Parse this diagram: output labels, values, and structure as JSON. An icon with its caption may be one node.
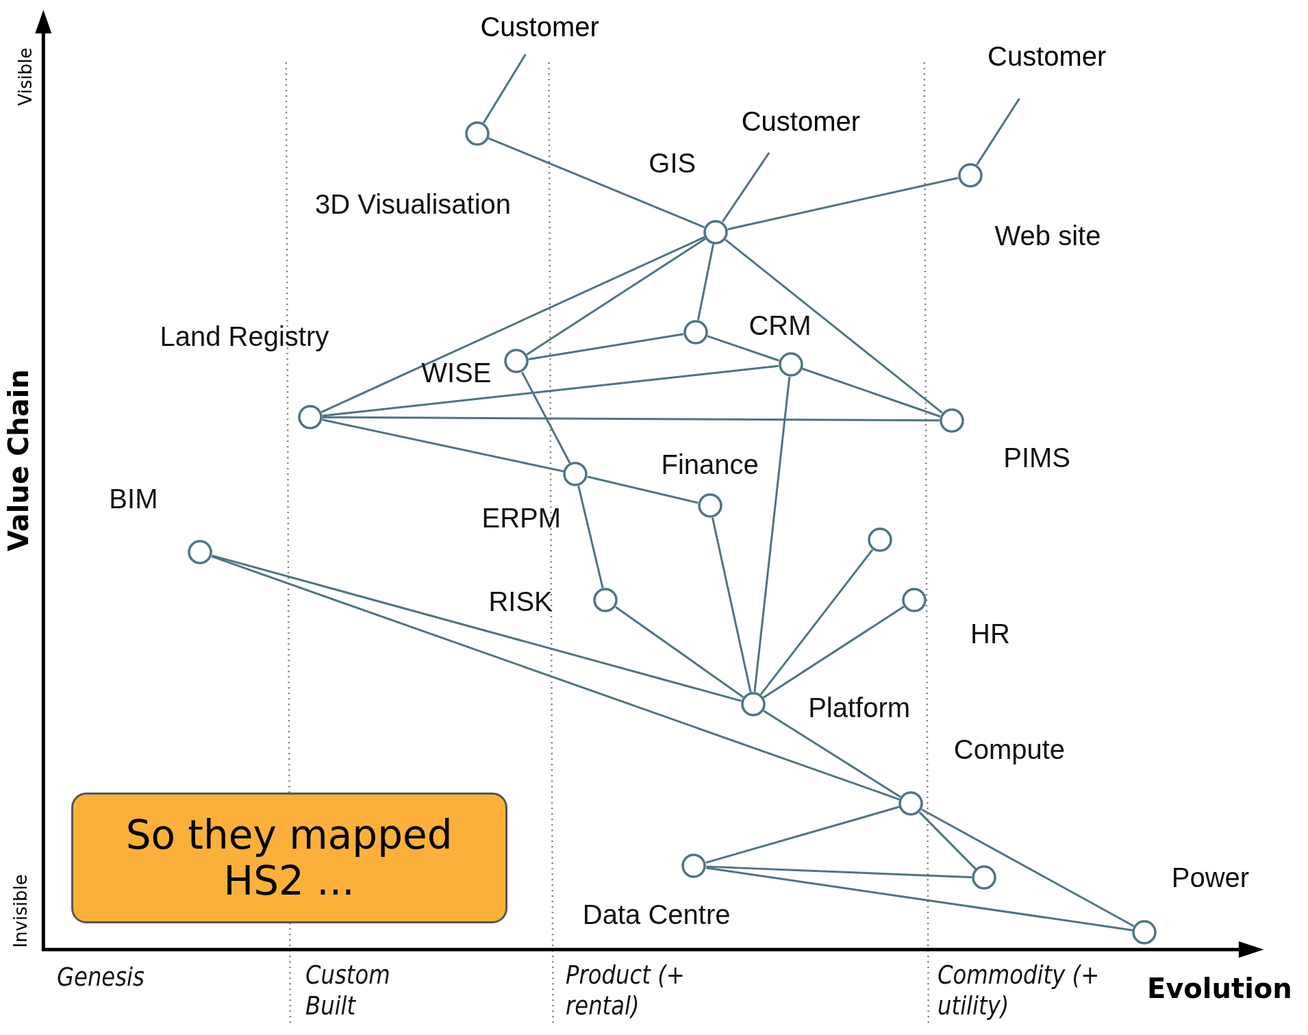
{
  "diagram": {
    "nodes": [
      {
        "text": [
          "Customer"
        ]
      },
      {
        "text": [
          "Customer"
        ]
      },
      {
        "text": [
          "Customer"
        ]
      },
      {
        "text": [],
        "shape": "circle",
        "beside": [
          "3D Visualisation"
        ]
      },
      {
        "text": [],
        "shape": "circle",
        "beside": [
          "Web site"
        ]
      },
      {
        "text": [],
        "shape": "circle",
        "beside": [
          "GIS"
        ]
      },
      {
        "text": [],
        "shape": "circle"
      },
      {
        "text": [],
        "shape": "circle",
        "beside": [
          "WISE"
        ]
      },
      {
        "text": [],
        "shape": "circle",
        "beside": [
          "CRM"
        ]
      },
      {
        "text": [],
        "shape": "circle",
        "beside": [
          "Land Registry"
        ]
      },
      {
        "text": [],
        "shape": "circle",
        "beside": [
          "PIMS"
        ]
      },
      {
        "text": [],
        "shape": "circle",
        "beside": [
          "ERPM"
        ]
      },
      {
        "text": [],
        "shape": "circle",
        "beside": [
          "Finance"
        ]
      },
      {
        "text": [],
        "shape": "circle"
      },
      {
        "text": [],
        "shape": "circle",
        "beside": [
          "BIM"
        ]
      },
      {
        "text": [],
        "shape": "circle",
        "beside": [
          "RISK"
        ]
      },
      {
        "text": [],
        "shape": "circle",
        "beside": [
          "HR"
        ]
      },
      {
        "text": [],
        "shape": "circle",
        "beside": [
          "Platform"
        ]
      },
      {
        "text": [],
        "shape": "circle",
        "beside": [
          "Compute"
        ]
      },
      {
        "text": [
          "So they mapped HS2 ..."
        ]
      },
      {
        "text": [],
        "shape": "circle",
        "beside": [
          "Data Centre"
        ]
      },
      {
        "text": [],
        "shape": "circle"
      },
      {
        "text": [],
        "shape": "circle",
        "beside": [
          "Power"
        ]
      }
    ],
    "edges": [
      {
        "from": 0,
        "to": 3,
        "arrow": "none"
      },
      {
        "from": 3,
        "to": 5,
        "arrow": "none"
      },
      {
        "from": 2,
        "to": 5,
        "arrow": "none"
      },
      {
        "from": 1,
        "to": 4,
        "arrow": "none"
      },
      {
        "from": 5,
        "to": 4,
        "arrow": "none"
      },
      {
        "from": 5,
        "to": 9,
        "arrow": "none"
      },
      {
        "from": 5,
        "to": 7,
        "arrow": "none"
      },
      {
        "from": 5,
        "to": 6,
        "arrow": "none"
      },
      {
        "from": 5,
        "to": 10,
        "arrow": "none"
      },
      {
        "from": 7,
        "to": 6,
        "arrow": "none"
      },
      {
        "from": 6,
        "to": 8,
        "arrow": "none"
      },
      {
        "from": 8,
        "to": 10,
        "arrow": "none"
      },
      {
        "from": 9,
        "to": 8,
        "arrow": "none"
      },
      {
        "from": 9,
        "to": 10,
        "arrow": "none"
      },
      {
        "from": 9,
        "to": 11,
        "arrow": "none"
      },
      {
        "from": 7,
        "to": 11,
        "arrow": "none"
      },
      {
        "from": 11,
        "to": 12,
        "arrow": "none"
      },
      {
        "from": 11,
        "to": 15,
        "arrow": "none"
      },
      {
        "from": 15,
        "to": 17,
        "arrow": "none"
      },
      {
        "from": 12,
        "to": 17,
        "arrow": "none"
      },
      {
        "from": 8,
        "to": 17,
        "arrow": "none"
      },
      {
        "from": 13,
        "to": 17,
        "arrow": "none"
      },
      {
        "from": 16,
        "to": 17,
        "arrow": "none"
      },
      {
        "from": 14,
        "to": 17,
        "arrow": "none"
      },
      {
        "from": 14,
        "to": 18,
        "arrow": "none"
      },
      {
        "from": 17,
        "to": 18,
        "arrow": "none"
      },
      {
        "from": 18,
        "to": 20,
        "arrow": "none"
      },
      {
        "from": 18,
        "to": 21,
        "arrow": "none"
      },
      {
        "from": 18,
        "to": 22,
        "arrow": "none"
      },
      {
        "from": 20,
        "to": 21,
        "arrow": "none"
      },
      {
        "from": 20,
        "to": 22,
        "arrow": "none"
      }
    ],
    "labels": [
      "Visible",
      "Value Chain",
      "Invisible",
      "Genesis",
      "Custom Built",
      "Product (+ rental)",
      "Commodity (+ utility)",
      "Evolution"
    ]
  }
}
